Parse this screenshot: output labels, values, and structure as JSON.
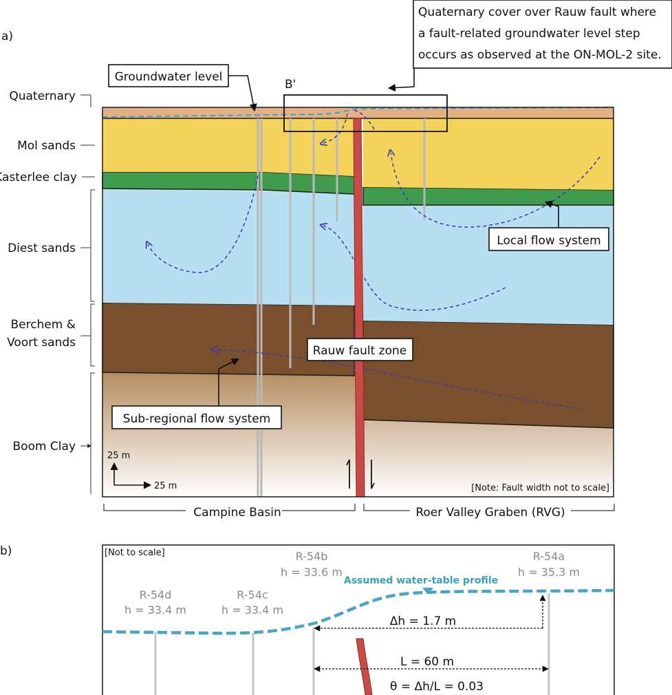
{
  "panel_a": {
    "letter": "a)",
    "layers": [
      "Quaternary",
      "Mol sands",
      "Kasterlee clay",
      "Diest sands",
      "Berchem &",
      "Voort sands",
      "Boom Clay"
    ],
    "groundwater_label": "Groundwater level",
    "bprime_label": "B'",
    "callout_lines": [
      "Quaternary cover over Rauw fault where",
      "a fault-related groundwater level step",
      "occurs as observed at the ON-MOL-2 site."
    ],
    "local_flow_label": "Local flow system",
    "fault_zone_label": "Rauw fault zone",
    "subregional_label": "Sub-regional flow system",
    "scale_v": "25 m",
    "scale_h": "25 m",
    "note": "[Note: Fault width not to scale]",
    "left_region": "Campine Basin",
    "right_region": "Roer Valley Graben (RVG)"
  },
  "panel_b": {
    "letter": "b)",
    "note": "[Not to scale]",
    "wells": [
      {
        "name": "R-54d",
        "head": "h = 33.4 m"
      },
      {
        "name": "R-54c",
        "head": "h = 33.4 m"
      },
      {
        "name": "R-54b",
        "head": "h = 33.6 m"
      },
      {
        "name": "R-54a",
        "head": "h = 35.3 m"
      }
    ],
    "water_table_label": "Assumed water-table profile",
    "dh_label": "Δh = 1.7 m",
    "L_label": "L = 60 m",
    "theta_label": "θ = Δh/L = 0.03"
  },
  "colors": {
    "quaternary": "#e3b184",
    "mol_sands": "#f3d35c",
    "kasterlee_clay": "#3f9b4e",
    "diest_sands": "#b8dff0",
    "berchem_voort": "#7a4f2e",
    "boom_clay": "#cfb493",
    "fault": "#c94a46",
    "water_table": "#4ba3c7",
    "flow_arrows": "#3a3ab0"
  }
}
